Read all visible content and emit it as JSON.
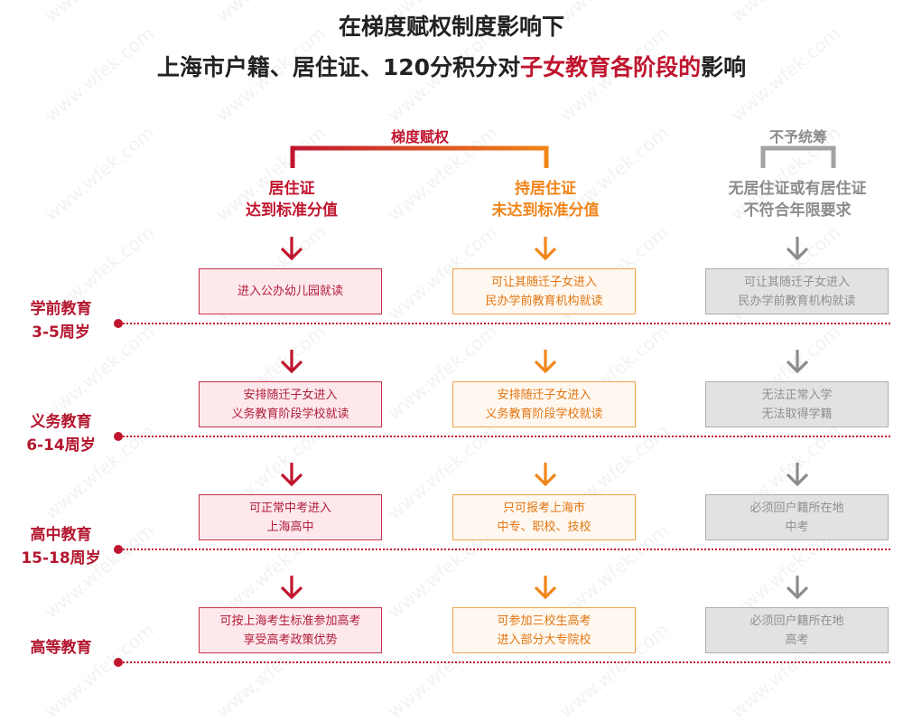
{
  "title": {
    "line1": "在梯度赋权制度影响下",
    "line2_prefix": "上海市户籍、居住证、120分积分对",
    "line2_highlight": "子女教育各阶段的",
    "line2_suffix": "影响"
  },
  "groups": {
    "gradient": "梯度赋权",
    "none": "不予统筹"
  },
  "columns": [
    {
      "line1": "居住证",
      "line2": "达到标准分值",
      "color": "#c0152f",
      "style": "red"
    },
    {
      "line1": "持居住证",
      "line2": "未达到标准分值",
      "color": "#f08519",
      "style": "orange"
    },
    {
      "line1": "无居住证或有居住证",
      "line2": "不符合年限要求",
      "color": "#8c8c8c",
      "style": "gray"
    }
  ],
  "stages": [
    {
      "name": "学前教育",
      "age": "3-5周岁"
    },
    {
      "name": "义务教育",
      "age": "6-14周岁"
    },
    {
      "name": "高中教育",
      "age": "15-18周岁"
    },
    {
      "name": "高等教育",
      "age": ""
    }
  ],
  "rows": [
    [
      [
        "进入公办幼儿园就读"
      ],
      [
        "可让其随迁子女进入",
        "民办学前教育机构就读"
      ],
      [
        "可让其随迁子女进入",
        "民办学前教育机构就读"
      ]
    ],
    [
      [
        "安排随迁子女进入",
        "义务教育阶段学校就读"
      ],
      [
        "安排随迁子女进入",
        "义务教育阶段学校就读"
      ],
      [
        "无法正常入学",
        "无法取得学籍"
      ]
    ],
    [
      [
        "可正常中考进入",
        "上海高中"
      ],
      [
        "只可报考上海市",
        "中专、职校、技校"
      ],
      [
        "必须回户籍所在地",
        "中考"
      ]
    ],
    [
      [
        "可按上海考生标准参加高考",
        "享受高考政策优势"
      ],
      [
        "可参加三校生高考",
        "进入部分大专院校"
      ],
      [
        "必须回户籍所在地",
        "高考"
      ]
    ]
  ],
  "watermark": "www.wfek.com"
}
